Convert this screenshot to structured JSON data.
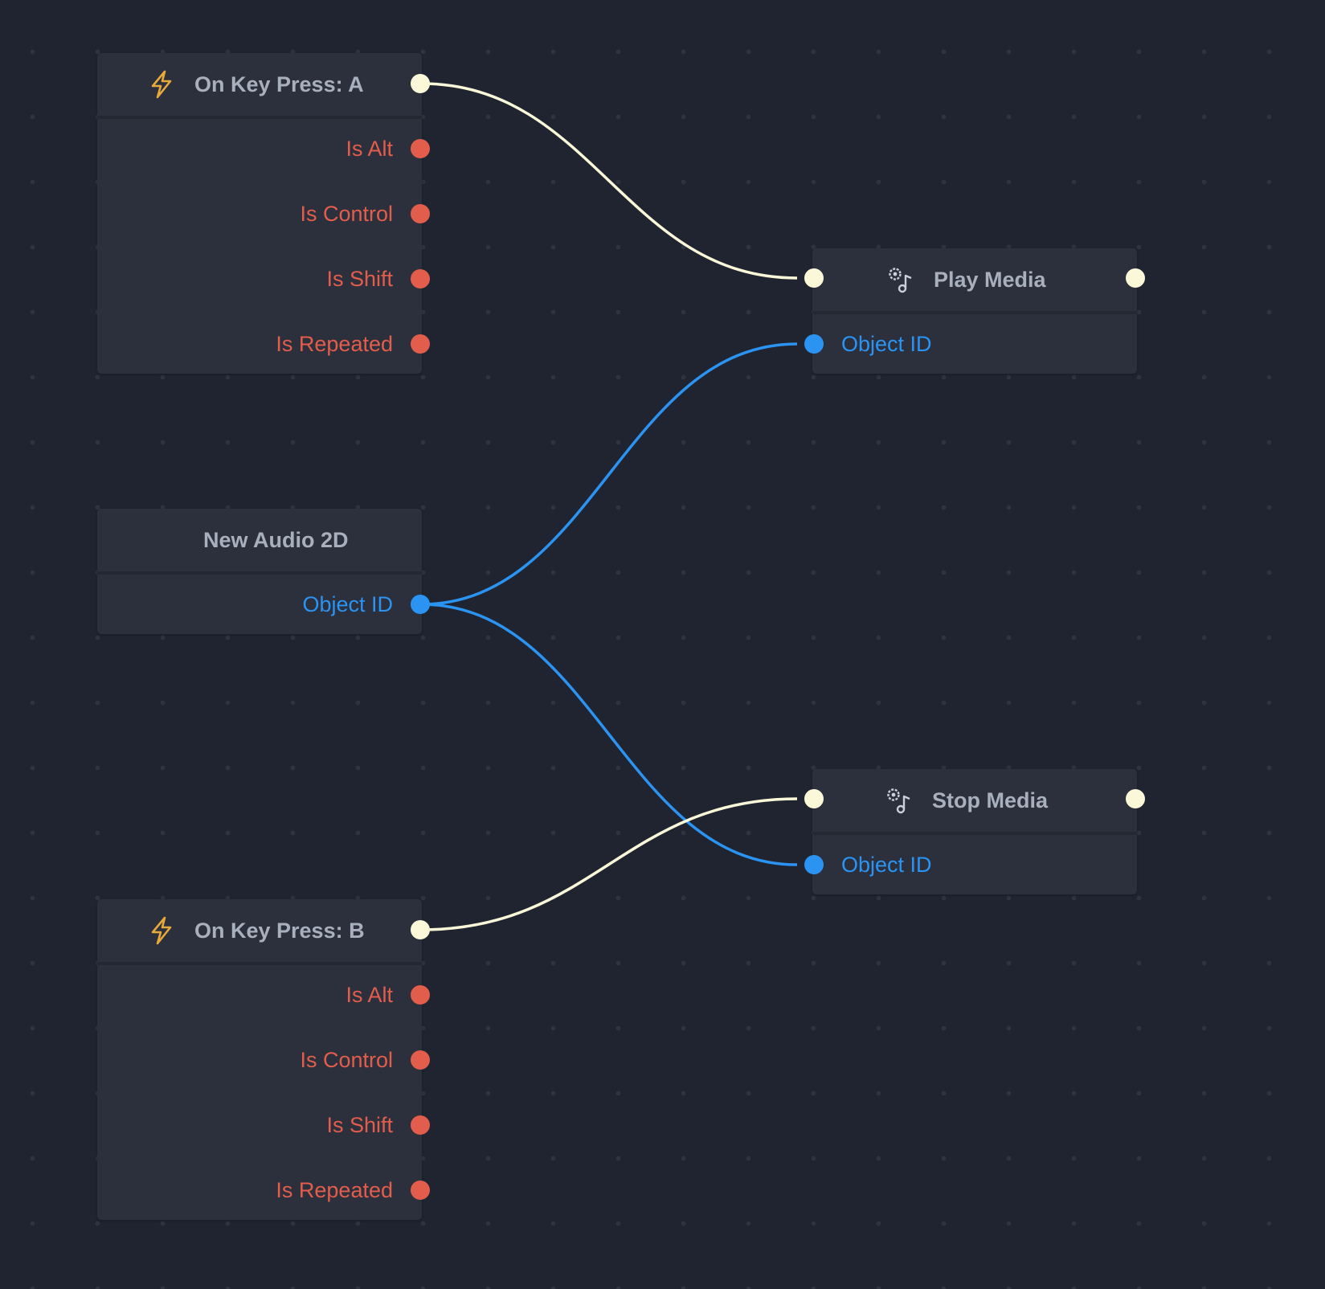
{
  "colors": {
    "background": "#1f2430",
    "node_body": "#2b303c",
    "exec_wire": "#fbf8d9",
    "id_wire": "#2b94f2",
    "bool_pin": "#e35d4c",
    "title_text": "#a9b0bd",
    "event_icon": "#e8a93a"
  },
  "nodes": {
    "key_a": {
      "title": "On Key Press: A",
      "icon": "lightning-bolt-icon",
      "outputs": [
        "Is Alt",
        "Is Control",
        "Is Shift",
        "Is Repeated"
      ]
    },
    "audio": {
      "title": "New Audio 2D",
      "outputs": [
        "Object ID"
      ]
    },
    "key_b": {
      "title": "On Key Press: B",
      "icon": "lightning-bolt-icon",
      "outputs": [
        "Is Alt",
        "Is Control",
        "Is Shift",
        "Is Repeated"
      ]
    },
    "play": {
      "title": "Play Media",
      "icon": "media-settings-icon",
      "inputs": [
        "Object ID"
      ]
    },
    "stop": {
      "title": "Stop Media",
      "icon": "media-settings-icon",
      "inputs": [
        "Object ID"
      ]
    }
  },
  "connections": [
    {
      "from": "key_a.exec-out",
      "to": "play.exec-in",
      "type": "exec"
    },
    {
      "from": "audio.object-id",
      "to": "play.object-id",
      "type": "id"
    },
    {
      "from": "audio.object-id",
      "to": "stop.object-id",
      "type": "id"
    },
    {
      "from": "key_b.exec-out",
      "to": "stop.exec-in",
      "type": "exec"
    }
  ]
}
